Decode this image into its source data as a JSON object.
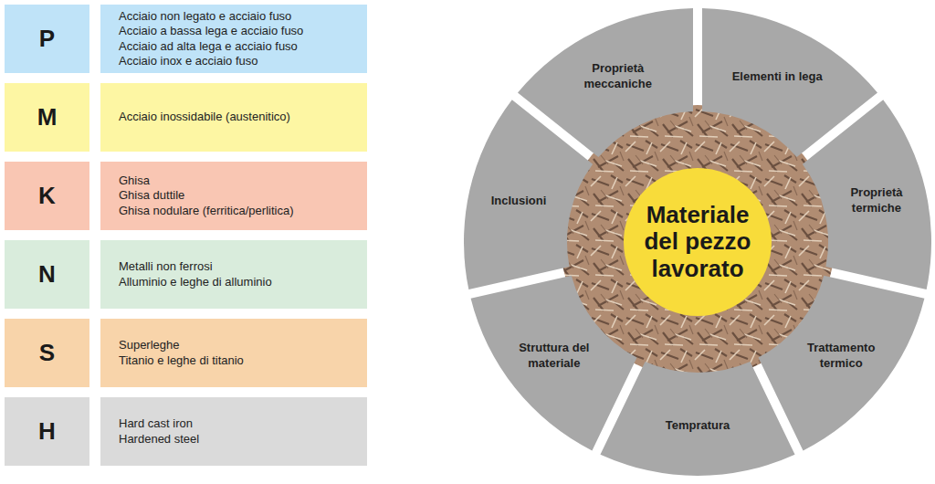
{
  "diagram": {
    "nodes": [
      {
        "text": [
          "P"
        ]
      },
      {
        "text": [
          "Acciaio non legato e acciaio fuso",
          "Acciaio a bassa lega e acciaio fuso",
          "Acciaio ad alta lega e acciaio fuso",
          "Acciaio inox e acciaio fuso"
        ]
      },
      {
        "text": [
          "M"
        ]
      },
      {
        "text": [
          "Acciaio inossidabile (austenitico)"
        ]
      },
      {
        "text": [
          "K"
        ]
      },
      {
        "text": [
          "Ghisa",
          "Ghisa duttile",
          "Ghisa nodulare (ferritica/perlitica)"
        ]
      },
      {
        "text": [
          "N"
        ]
      },
      {
        "text": [
          "Metalli non ferrosi",
          "Alluminio e leghe di alluminio"
        ]
      },
      {
        "text": [
          "S"
        ]
      },
      {
        "text": [
          "Superleghe",
          "Titanio e leghe di titanio"
        ]
      },
      {
        "text": [
          "H"
        ]
      },
      {
        "text": [
          "Hard cast iron",
          "Hardened steel"
        ]
      },
      {
        "text": [
          "Materiale del pezzo lavorato"
        ]
      },
      {
        "text": [
          "Proprietà meccaniche"
        ]
      },
      {
        "text": [
          "Elementi in lega"
        ]
      },
      {
        "text": [
          "Proprietà termiche"
        ]
      },
      {
        "text": [
          "Trattamento termico"
        ]
      },
      {
        "text": [
          "Tempratura"
        ]
      },
      {
        "text": [
          "Struttura del materiale"
        ]
      },
      {
        "text": [
          "Inclusioni"
        ]
      }
    ]
  }
}
